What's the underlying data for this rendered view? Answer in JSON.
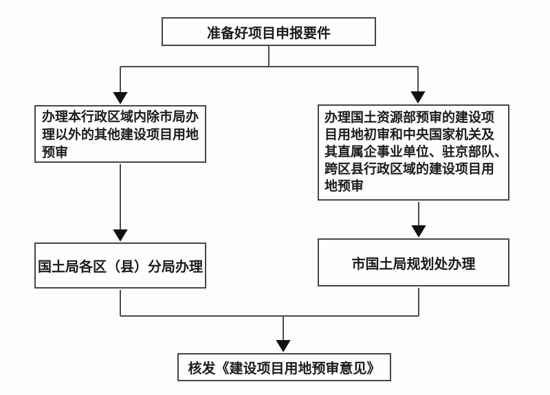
{
  "flowchart": {
    "nodes": {
      "top": {
        "label": "准备好项目申报要件"
      },
      "left_process": {
        "label": "办理本行政区域内除市局办理以外的其他建设项目用地预审",
        "lines": [
          "办理本行政区域内除市局办",
          "理以外的其他建设项目用地",
          "预审"
        ]
      },
      "right_process": {
        "label": "办理国土资源部预审的建设项目用地初审和中央国家机关及其直属企事业单位、驻京部队、跨区县行政区域的建设项目用地预审",
        "lines": [
          "办理国土资源部预审的建设项",
          "目用地初审和中央国家机关及",
          "其直属企事业单位、驻京部队、",
          "跨区县行政区域的建设项目用",
          "地预审"
        ]
      },
      "left_handler": {
        "label": "国土局各区（县）分局办理"
      },
      "right_handler": {
        "label": "市国土局规划处办理"
      },
      "result": {
        "label": "核发《建设项目用地预审意见》"
      }
    },
    "edges": [
      {
        "from": "top",
        "to": "left_process"
      },
      {
        "from": "top",
        "to": "right_process"
      },
      {
        "from": "left_process",
        "to": "left_handler"
      },
      {
        "from": "right_process",
        "to": "right_handler"
      },
      {
        "from": "left_handler",
        "to": "result"
      },
      {
        "from": "right_handler",
        "to": "result"
      }
    ],
    "colors": {
      "background": "#fdfdfd",
      "box_background": "#fefefe",
      "border": "#454545",
      "text": "#1b1b1b",
      "line": "#4a4a4a",
      "arrowhead": "#111111"
    }
  }
}
